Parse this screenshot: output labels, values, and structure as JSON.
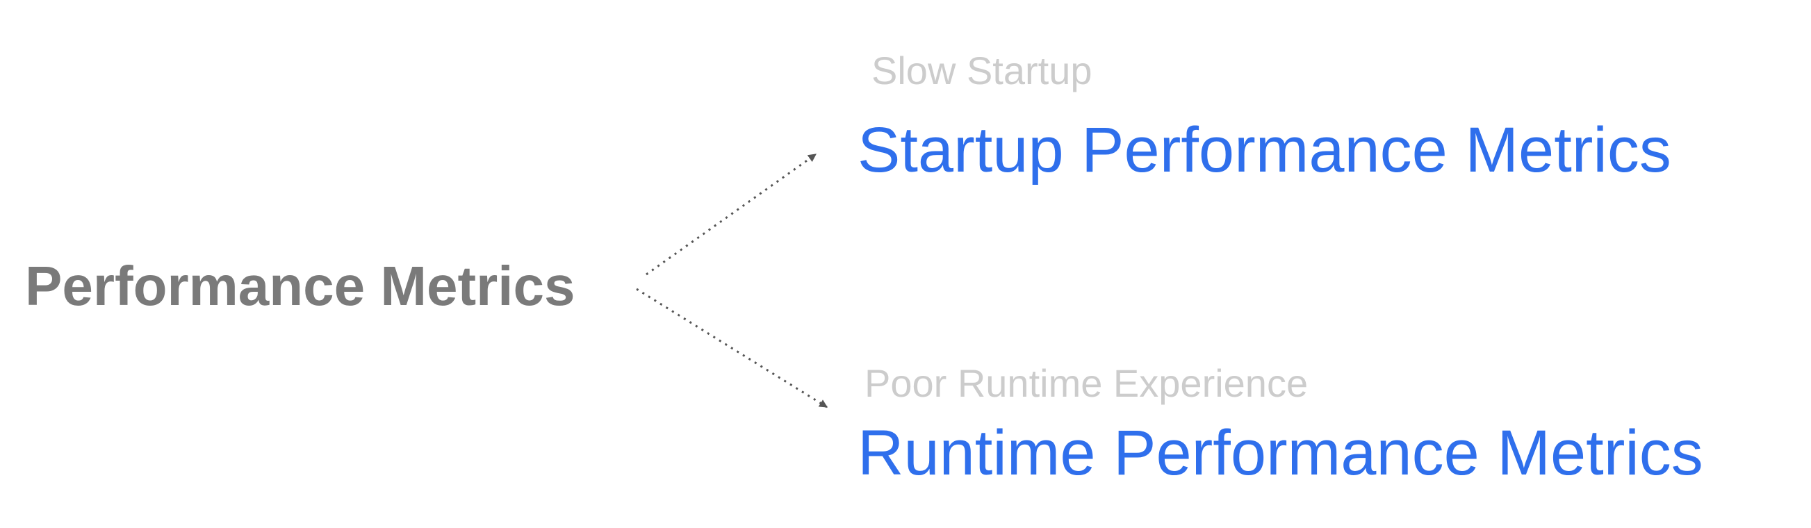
{
  "root": {
    "label": "Performance Metrics"
  },
  "branches": [
    {
      "caption": "Slow Startup",
      "label": "Startup Performance Metrics"
    },
    {
      "caption": "Poor Runtime Experience",
      "label": "Runtime Performance Metrics"
    }
  ],
  "colors": {
    "root_text": "#7a7a7a",
    "caption_text": "#cccccc",
    "leaf_text": "#2f6fec",
    "connector": "#555555"
  },
  "connector_style": "dotted-arrow"
}
